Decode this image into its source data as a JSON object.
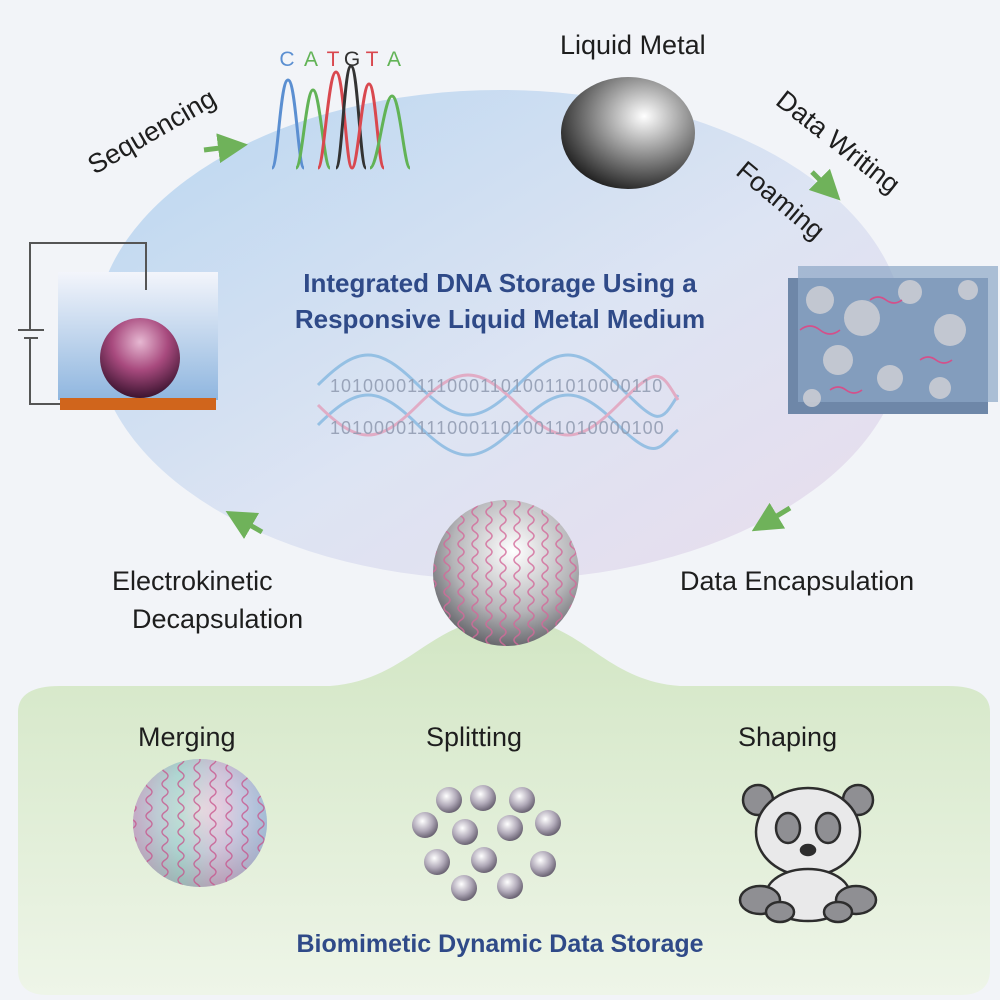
{
  "center": {
    "title_line1": "Integrated DNA Storage Using a",
    "title_line2": "Responsive Liquid Metal Medium",
    "binary_top": "1010000111100011010011010000110",
    "binary_bottom": "1010000111100011010011010000100"
  },
  "cycle": {
    "liquid_metal": "Liquid Metal",
    "data_writing": "Data Writing",
    "foaming": "Foaming",
    "sequencing": "Sequencing",
    "data_encapsulation": "Data Encapsulation",
    "decapsulation_line1": "Electrokinetic",
    "decapsulation_line2": "Decapsulation"
  },
  "dna_sequence": {
    "bases": [
      "C",
      "A",
      "T",
      "G",
      "T",
      "A"
    ],
    "base_colors": [
      "#5b8fd1",
      "#62b356",
      "#d9484f",
      "#333333",
      "#d9484f",
      "#62b356"
    ]
  },
  "dynamic_panel": {
    "title": "Biomimetic Dynamic Data Storage",
    "merging": "Merging",
    "splitting": "Splitting",
    "shaping": "Shaping"
  },
  "colors": {
    "title": "#2f4a88",
    "arrow": "#6fb25a",
    "electrode": "#d0651c",
    "panel_green": "#dcebcf"
  }
}
